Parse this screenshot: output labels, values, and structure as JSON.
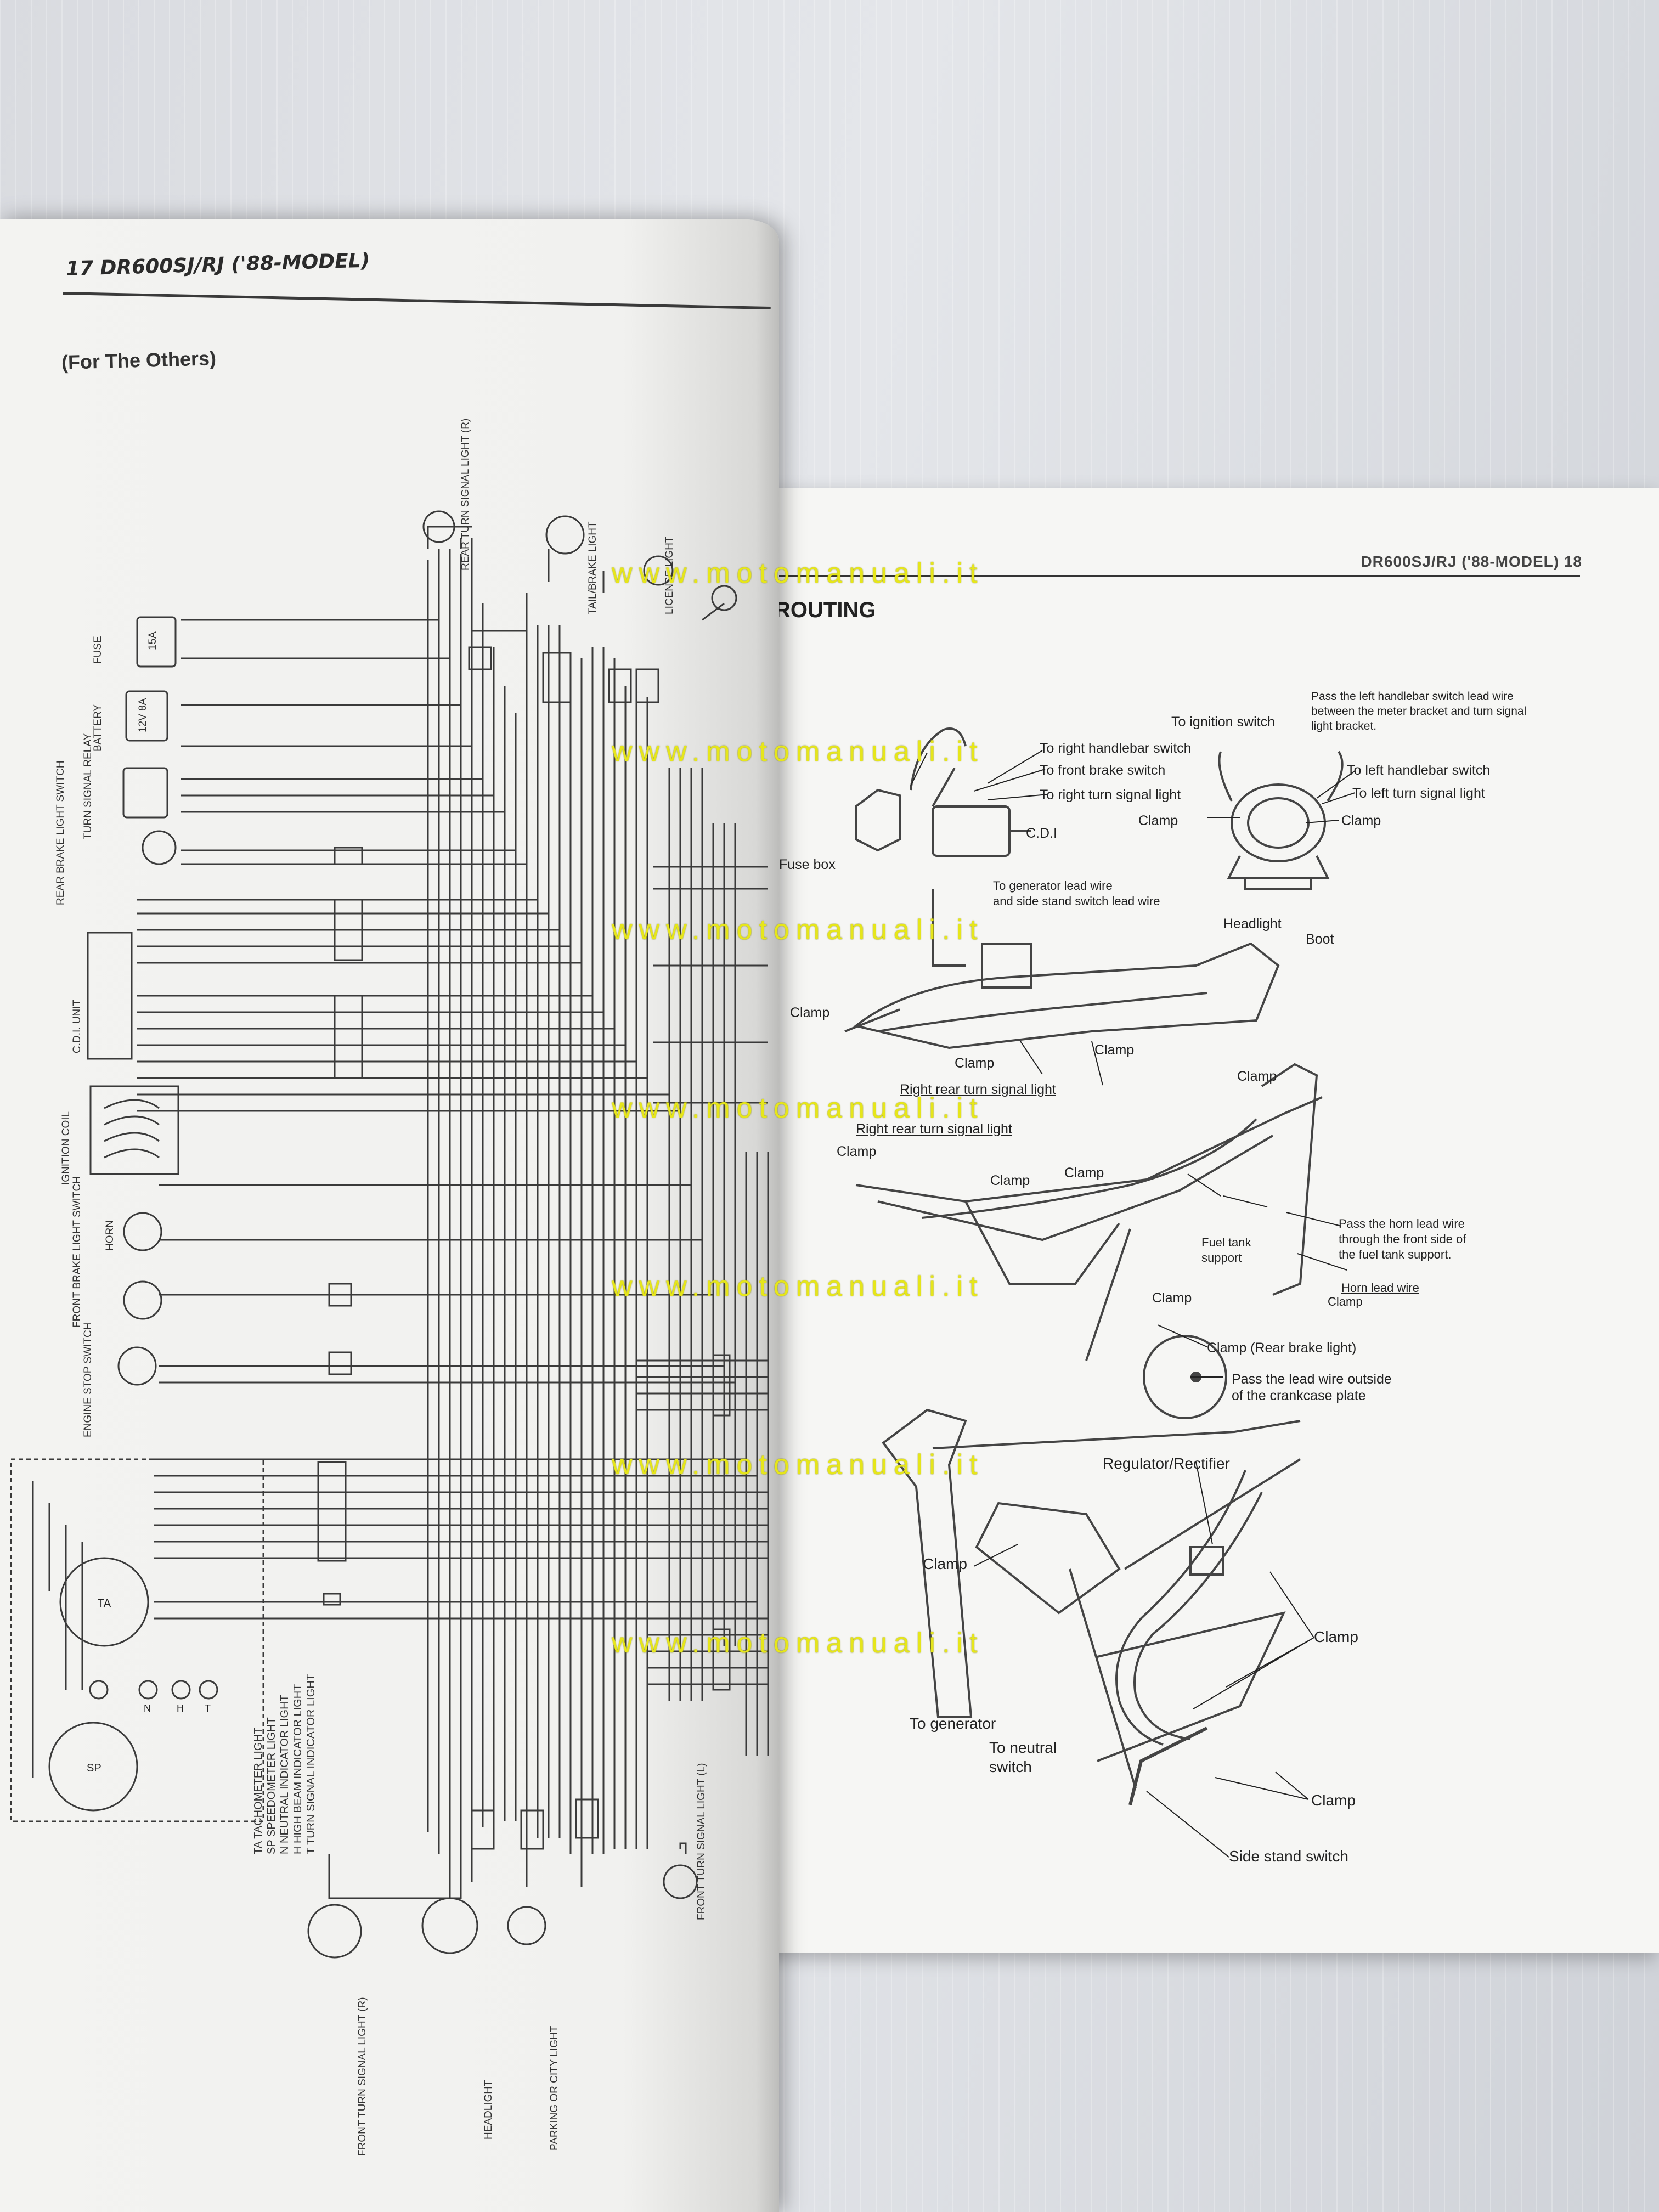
{
  "left_page": {
    "header": "17  DR600SJ/RJ ('88-MODEL)",
    "subtitle": "(For The Others)",
    "components": {
      "fuse": "FUSE",
      "fuse_rating": "15A",
      "battery": "BATTERY",
      "battery_rating": "12V 8A",
      "turn_signal_relay": "TURN SIGNAL RELAY",
      "rear_brake_switch": "REAR BRAKE LIGHT SWITCH",
      "cdi_unit": "C.D.I. UNIT",
      "ignition_coil": "IGNITION COIL",
      "horn": "HORN",
      "front_brake_switch": "FRONT BRAKE LIGHT SWITCH",
      "engine_stop_switch": "ENGINE STOP SWITCH",
      "rear_turn_light_r": "REAR TURN SIGNAL LIGHT (R)",
      "tail_brake_light": "TAIL/BRAKE LIGHT",
      "license_light": "LICENSE LIGHT",
      "front_turn_light_r": "FRONT TURN SIGNAL LIGHT (R)",
      "headlight": "HEADLIGHT",
      "parking_light": "PARKING OR CITY LIGHT",
      "front_turn_light_l": "FRONT TURN SIGNAL LIGHT (L)"
    },
    "meter_labels": [
      "TA",
      "SP",
      "N",
      "H",
      "T"
    ],
    "legend": [
      "TA  TACHOMETER LIGHT",
      "SP  SPEEDOMETER LIGHT",
      "N   NEUTRAL INDICATOR LIGHT",
      "H   HIGH BEAM INDICATOR LIGHT",
      "T   TURN SIGNAL INDICATOR LIGHT"
    ]
  },
  "right_page": {
    "header": "DR600SJ/RJ ('88-MODEL)  18",
    "title": "ROUTING",
    "top_diagram": {
      "to_right_handlebar": "To right handlebar switch",
      "to_front_brake": "To front brake switch",
      "to_right_turn": "To right turn signal light",
      "cdi": "C.D.I",
      "fuse_box": "Fuse box",
      "to_ignition": "To ignition switch",
      "pass_note_1": "Pass the left handlebar switch lead wire",
      "pass_note_2": "between the meter bracket and turn signal",
      "pass_note_3": "light bracket.",
      "to_left_handlebar": "To left handlebar switch",
      "to_left_turn": "To left turn signal light",
      "clamp": "Clamp",
      "headlight": "Headlight",
      "boot": "Boot"
    },
    "middle_diagram": {
      "to_generator_1": "To generator lead wire",
      "to_generator_2": "and side stand switch lead wire",
      "right_rear_turn_1": "Right rear turn signal light",
      "right_rear_turn_2": "Right rear turn signal light",
      "clamp": "Clamp"
    },
    "frame_diagram": {
      "clamp": "Clamp",
      "fuel_tank_support_1": "Fuel tank",
      "fuel_tank_support_2": "support",
      "horn_note_1": "Pass the horn lead wire",
      "horn_note_2": "through the front side of",
      "horn_note_3": "the fuel tank support.",
      "horn_lead": "Horn lead wire",
      "clamp_rear_brake": "Clamp (Rear brake light)",
      "crankcase_1": "Pass the lead wire outside",
      "crankcase_2": "of the crankcase plate"
    },
    "bottom_diagram": {
      "regulator": "Regulator/Rectifier",
      "clamp": "Clamp",
      "to_generator": "To generator",
      "to_neutral_1": "To neutral",
      "to_neutral_2": "switch",
      "side_stand": "Side stand switch"
    }
  },
  "watermark": "www.motomanuali.it"
}
